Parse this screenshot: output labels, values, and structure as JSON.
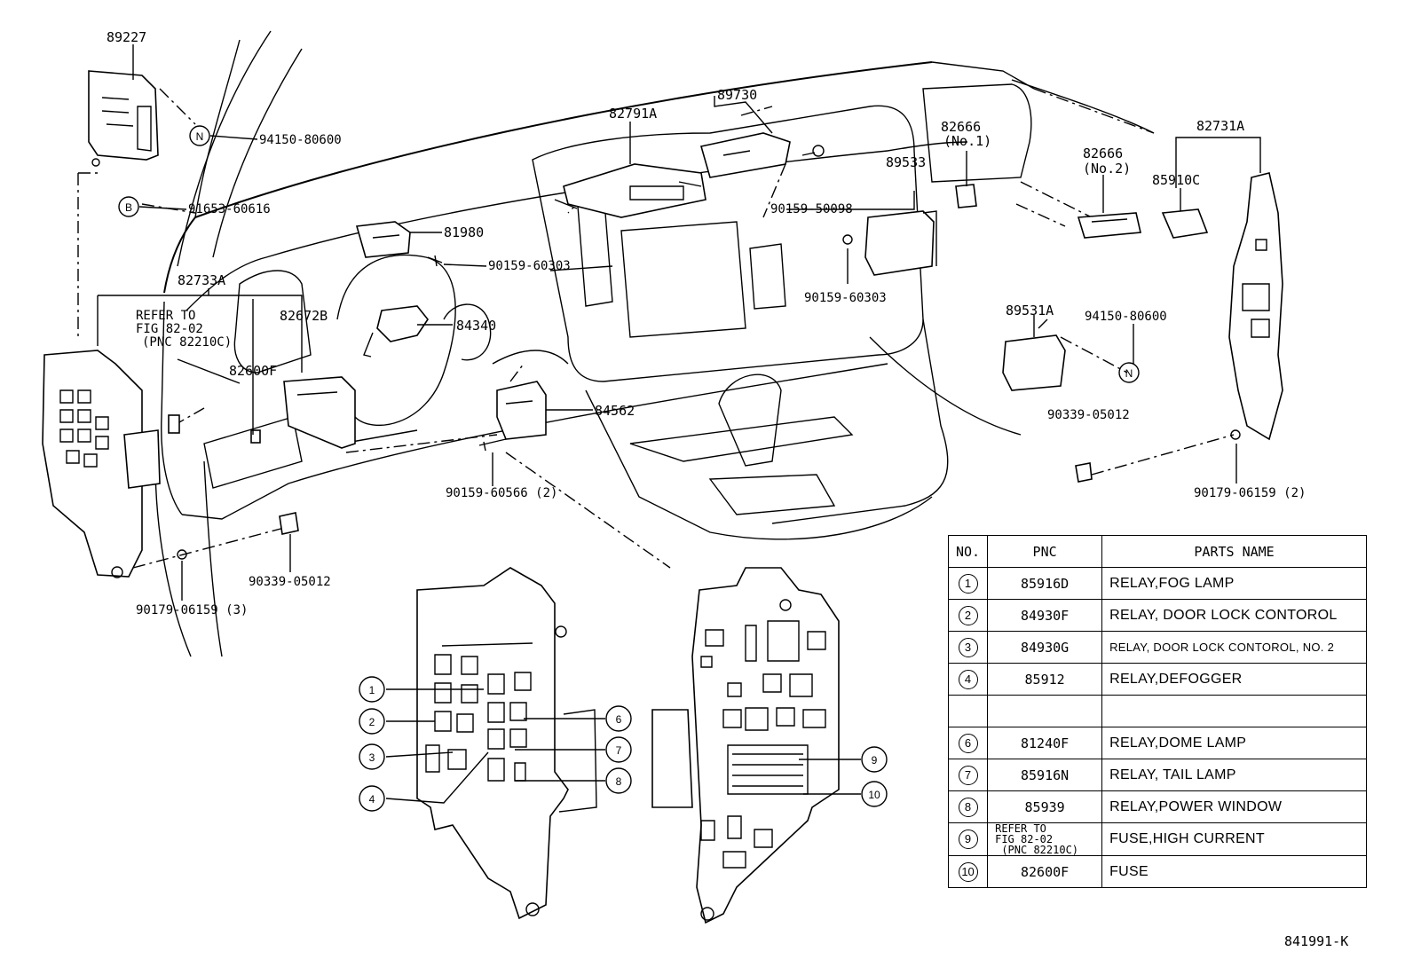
{
  "figure_code": "841991-K",
  "callouts": {
    "p89227": "89227",
    "p94150a": "94150-80600",
    "p91653": "91653-60616",
    "p81980": "81980",
    "p90159a": "90159-60303",
    "p82733A": "82733A",
    "p82672B": "82672B",
    "refer1": "REFER TO",
    "refer2": "FIG 82-02",
    "refer3": "(PNC 82210C)",
    "p82600F": "82600F",
    "p84340": "84340",
    "p82791A": "82791A",
    "p89730": "89730",
    "p90159b": "90159-50098",
    "p82666a": "82666",
    "p82666a_no": "(No.1)",
    "p89533": "89533",
    "p90159c": "90159-60303",
    "p82666b": "82666",
    "p82666b_no": "(No.2)",
    "p82731A": "82731A",
    "p85910C": "85910C",
    "p89531A": "89531A",
    "p94150b": "94150-80600",
    "p90339b": "90339-05012",
    "p90179b": "90179-06159 (2)",
    "p84562": "84562",
    "p90159d": "90159-60566 (2)",
    "p90339a": "90339-05012",
    "p90179a": "90179-06159 (3)",
    "letterN1": "N",
    "letterN2": "N",
    "letterB": "B"
  },
  "relay_markers": [
    "1",
    "2",
    "3",
    "4",
    "6",
    "7",
    "8",
    "9",
    "10"
  ],
  "table": {
    "headers": {
      "no": "NO.",
      "pnc": "PNC",
      "name": "PARTS NAME"
    },
    "rows": [
      {
        "no": "1",
        "pnc": "85916D",
        "name": "RELAY,FOG LAMP"
      },
      {
        "no": "2",
        "pnc": "84930F",
        "name": "RELAY, DOOR LOCK CONTOROL"
      },
      {
        "no": "3",
        "pnc": "84930G",
        "name": "RELAY, DOOR LOCK CONTOROL, NO. 2"
      },
      {
        "no": "4",
        "pnc": "85912",
        "name": "RELAY,DEFOGGER"
      },
      {
        "no": "",
        "pnc": "",
        "name": ""
      },
      {
        "no": "6",
        "pnc": "81240F",
        "name": "RELAY,DOME LAMP"
      },
      {
        "no": "7",
        "pnc": "85916N",
        "name": "RELAY, TAIL LAMP"
      },
      {
        "no": "8",
        "pnc": "85939",
        "name": "RELAY,POWER WINDOW"
      },
      {
        "no": "9",
        "pnc": "REFER TO\nFIG 82-02\n (PNC 82210C)",
        "name": "FUSE,HIGH CURRENT"
      },
      {
        "no": "10",
        "pnc": "82600F",
        "name": "FUSE"
      }
    ]
  }
}
